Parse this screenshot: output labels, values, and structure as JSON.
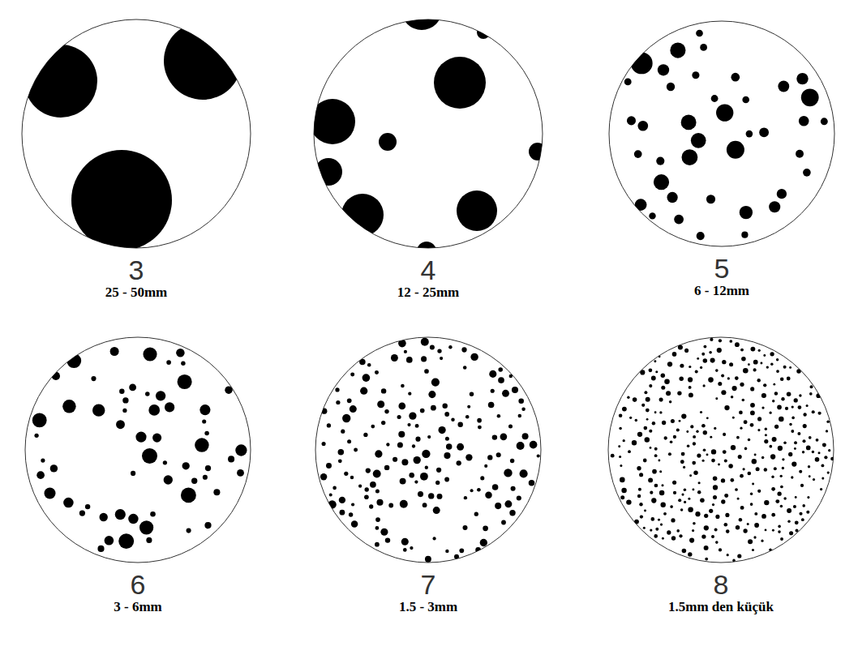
{
  "diagram": {
    "nodes": [
      {
        "text": [
          "3",
          "25 - 50mm"
        ]
      },
      {
        "text": [
          "4",
          "12 - 25mm"
        ]
      },
      {
        "text": [
          "5",
          "6 - 12mm"
        ]
      },
      {
        "text": [
          "6",
          "3 - 6mm"
        ]
      },
      {
        "text": [
          "7",
          "1.5 - 3mm"
        ]
      },
      {
        "text": [
          "8",
          "1.5mm den küçük"
        ]
      }
    ]
  }
}
